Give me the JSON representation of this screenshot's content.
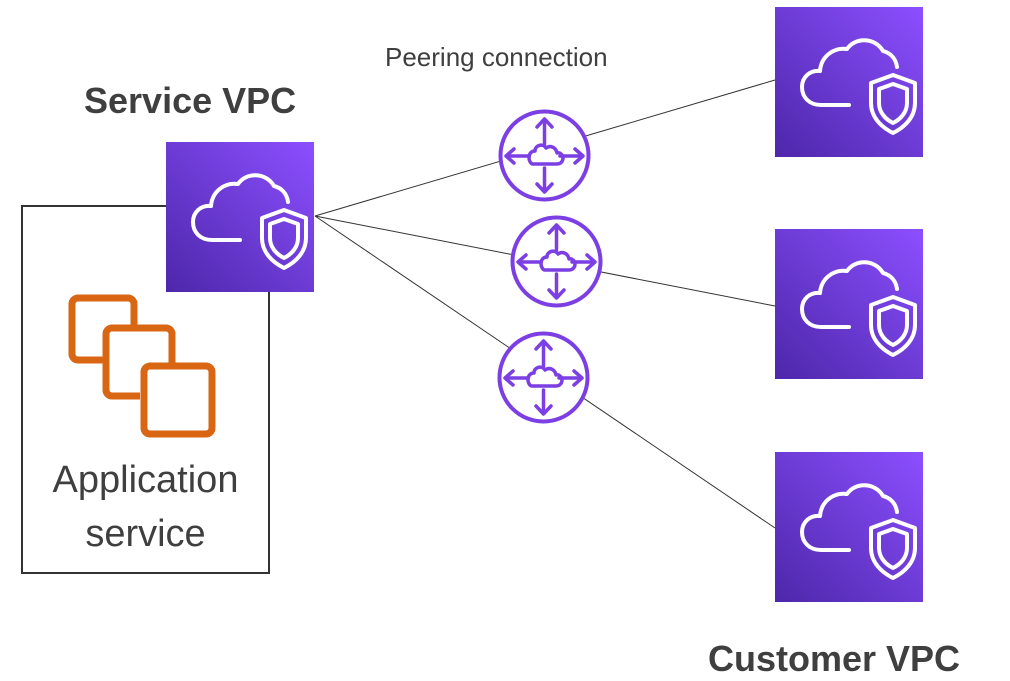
{
  "service_vpc": {
    "title": "Service VPC"
  },
  "customer_vpc": {
    "title": "Customer VPC"
  },
  "peering": {
    "label": "Peering connection"
  },
  "application": {
    "line1": "Application",
    "line2": "service"
  },
  "icons": {
    "vpc": "vpc-cloud-shield-icon",
    "router": "peering-router-icon",
    "app": "application-instances-icon"
  },
  "colors": {
    "vpc_gradient_start": "#4d27aa",
    "vpc_gradient_end": "#8c4fff",
    "router_stroke": "#7b3fe4",
    "app_orange": "#d86613",
    "text": "#3f3f3f"
  }
}
